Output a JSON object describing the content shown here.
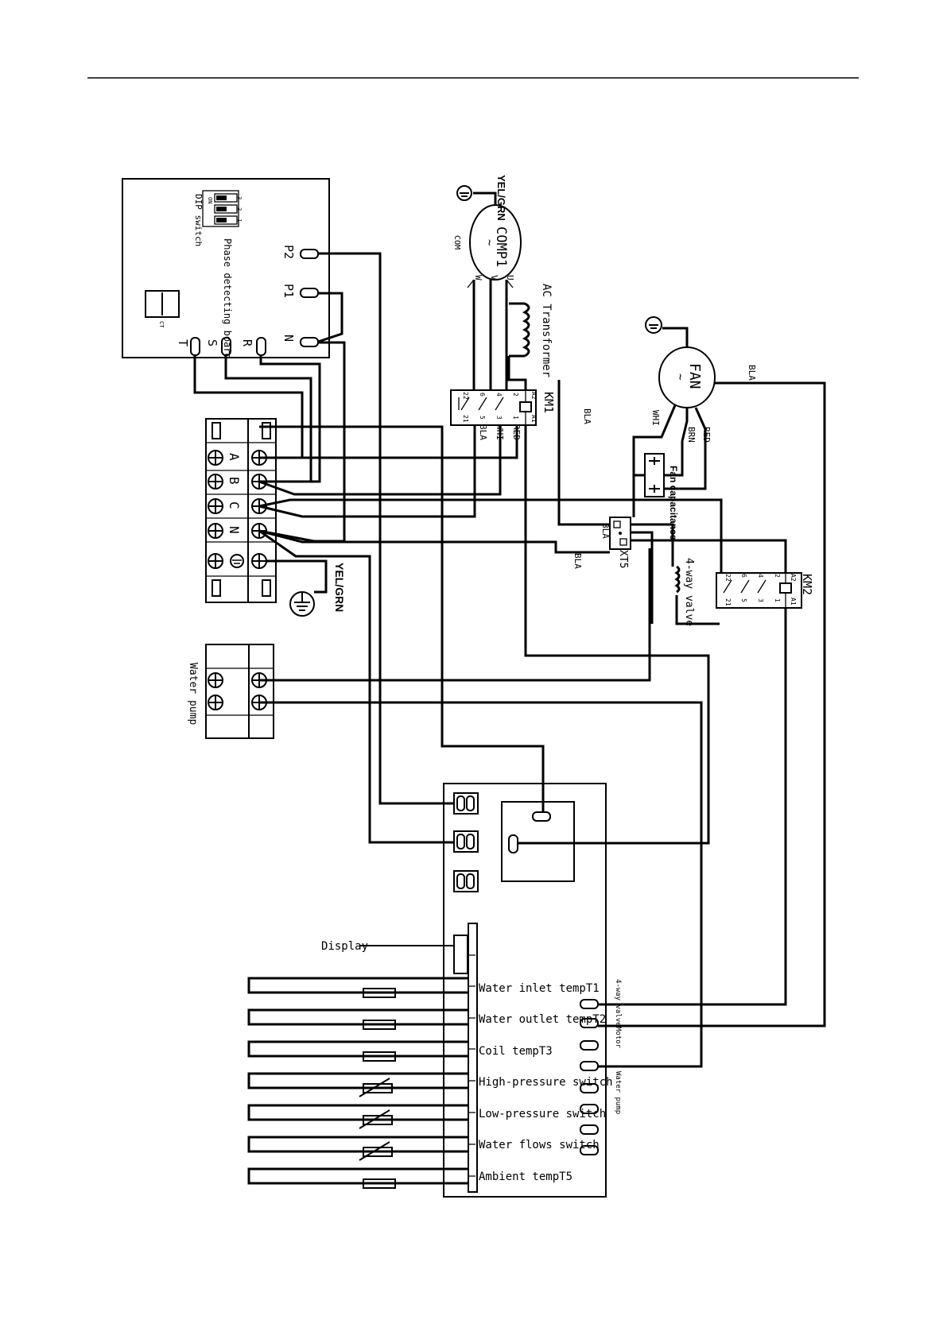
{
  "phase_board": {
    "title": "Phase detecting board",
    "dip_switch": "DIP switch",
    "dip_pos": [
      "3",
      "2",
      "1"
    ],
    "dip_on": "ON",
    "ct": "CT",
    "terminals": [
      "P2",
      "P1",
      "N",
      "R",
      "S",
      "T"
    ]
  },
  "terminal_block": {
    "labels": [
      "A",
      "B",
      "C",
      "N"
    ],
    "ground": "YEL/GRN"
  },
  "water_pump_block": {
    "label": "Water pump"
  },
  "compressor": {
    "label": "COMP1",
    "sub": "~",
    "com": "COM",
    "ground": "YEL/GRN",
    "terms": [
      "W",
      "V",
      "U"
    ]
  },
  "transformer": {
    "label": "AC Transformer"
  },
  "km1": {
    "label": "KM1",
    "coil": [
      "A2",
      "A1"
    ],
    "pins_top": [
      "2",
      "4",
      "6",
      "22"
    ],
    "pins_bottom": [
      "1",
      "3",
      "5",
      "21"
    ],
    "wires": [
      "RED",
      "WHI",
      "BLA"
    ]
  },
  "fan": {
    "label": "FAN",
    "sub": "~",
    "wires": [
      "WHI",
      "BRN",
      "RED",
      "BLA"
    ],
    "capacitor": "Fan capacitance"
  },
  "xt5": {
    "label": "XT5",
    "wire_labels": [
      "BLA",
      "BLA",
      "BLA"
    ]
  },
  "valve": {
    "label": "4-way valve"
  },
  "km2": {
    "label": "KM2",
    "coil": [
      "A2",
      "A1"
    ],
    "pins_top": [
      "2",
      "4",
      "6",
      "22"
    ],
    "pins_bottom": [
      "1",
      "3",
      "5",
      "21"
    ]
  },
  "controller": {
    "display": "Display",
    "sensors": [
      "Water inlet tempT1",
      "Water outlet tempT2",
      "Coil tempT3",
      "High-pressure switch",
      "Low-pressure switch",
      "Water flows switch",
      "Ambient tempT5"
    ],
    "outputs": [
      "4-way valve",
      "Motor",
      "Water pump"
    ]
  }
}
